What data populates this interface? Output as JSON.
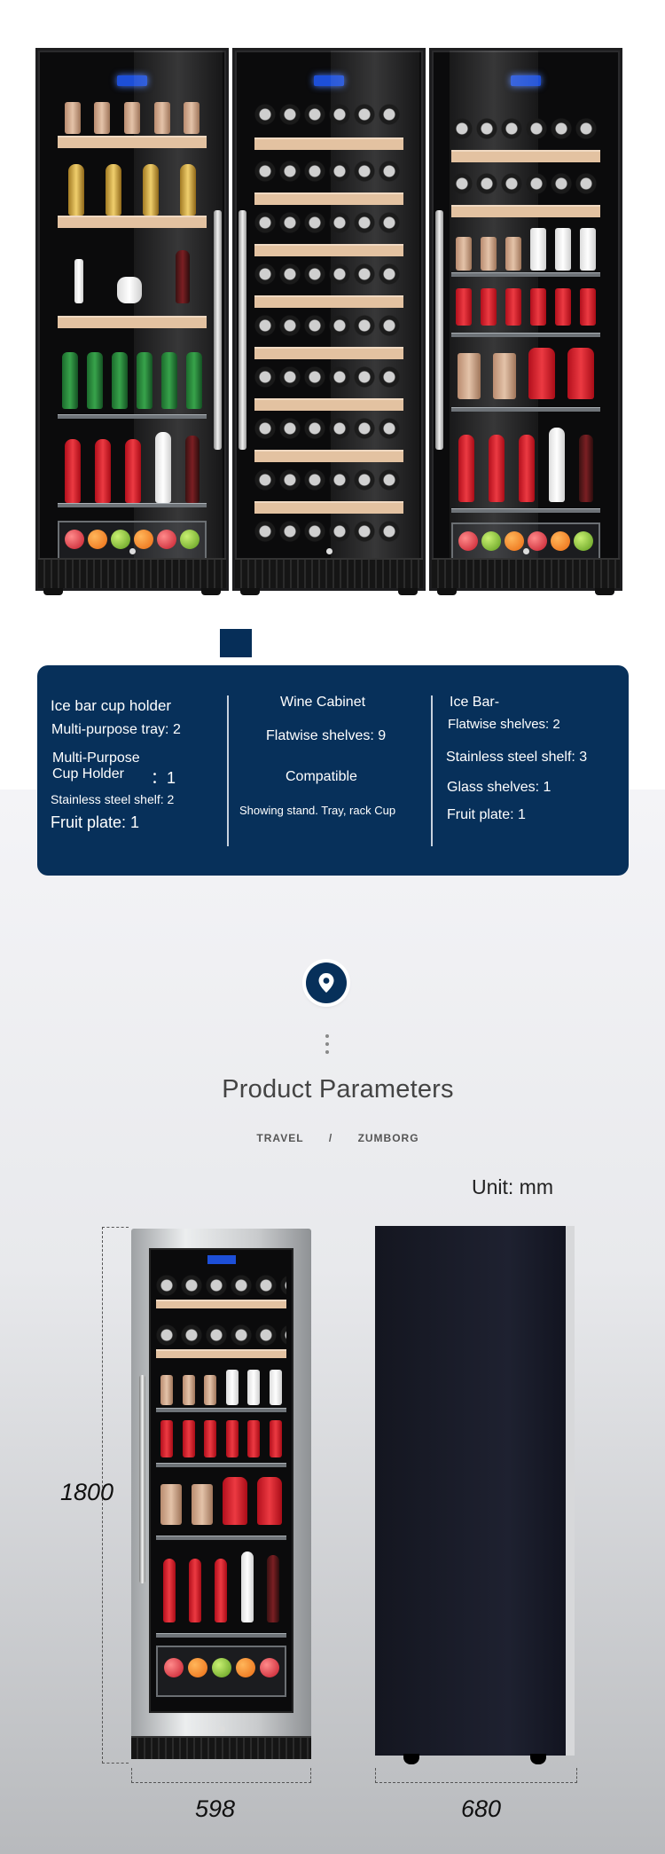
{
  "features": {
    "ice_bar_cup_holder": {
      "title": "Ice bar cup holder",
      "multi_purpose_tray": "Multi-purpose tray: 2",
      "cup_holder_line1": "Multi-Purpose",
      "cup_holder_line2": "Cup Holder",
      "cup_holder_value": "：1",
      "stainless_shelf": "Stainless steel shelf: 2",
      "fruit_plate": "Fruit plate: 1"
    },
    "wine_cabinet": {
      "title": "Wine Cabinet",
      "flatwise_shelves": "Flatwise shelves: 9",
      "compatible": "Compatible",
      "compatible_desc": "Showing stand. Tray, rack Cup"
    },
    "ice_bar": {
      "title": "Ice Bar-",
      "flatwise_shelves": "Flatwise shelves: 2",
      "stainless_shelf": "Stainless steel shelf: 3",
      "glass_shelves": "Glass shelves:  1",
      "fruit_plate": "Fruit plate:  1"
    }
  },
  "section": {
    "title": "Product Parameters",
    "breadcrumb": [
      "TRAVEL",
      "/",
      "ZUMBORG"
    ],
    "unit": "Unit: mm"
  },
  "dimensions": {
    "height": "1800",
    "width": "598",
    "depth": "680"
  },
  "colors": {
    "panel_navy": "#07305a"
  },
  "icons": [
    "location-pin-icon"
  ]
}
